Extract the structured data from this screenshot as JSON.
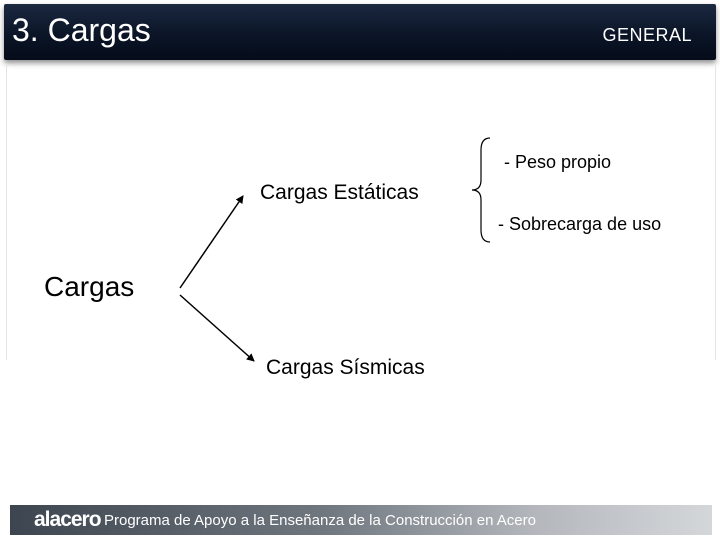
{
  "header": {
    "title": "3. Cargas",
    "section": "GENERAL"
  },
  "diagram": {
    "root_label": "Cargas",
    "branch_static": "Cargas Estáticas",
    "branch_seismic": "Cargas Sísmicas",
    "static_items": [
      "-  Peso propio",
      "-  Sobrecarga de uso"
    ]
  },
  "footer": {
    "logo_text": "alacero",
    "program_text": "Programa de Apoyo a la Enseñanza de la Construcción en Acero"
  },
  "colors": {
    "header_bg": "#0b1527",
    "text": "#000000",
    "footer_dark": "#3d4550"
  }
}
